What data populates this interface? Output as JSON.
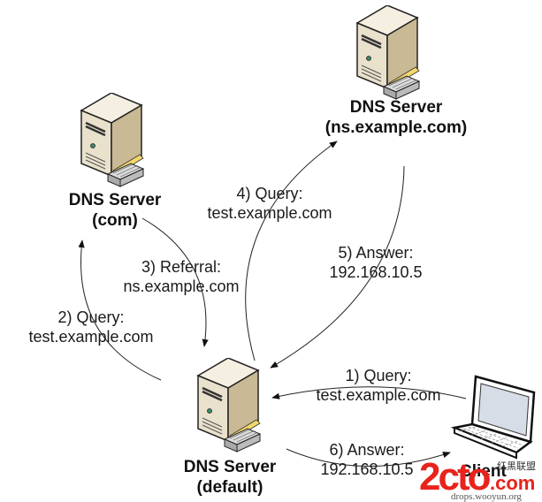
{
  "diagram": {
    "title": "DNS recursive resolution",
    "nodes": {
      "ns_server": {
        "name": "DNS Server",
        "sub": "(ns.example.com)",
        "icon": "server-icon"
      },
      "com_server": {
        "name": "DNS Server",
        "sub": "(com)",
        "icon": "server-icon"
      },
      "default_server": {
        "name": "DNS Server",
        "sub": "(default)",
        "icon": "server-icon"
      },
      "client": {
        "name": "Client",
        "icon": "laptop-icon"
      }
    },
    "edges": [
      {
        "step": "1) Query:",
        "detail": "test.example.com",
        "from": "client",
        "to": "default_server"
      },
      {
        "step": "2) Query:",
        "detail": "test.example.com",
        "from": "default_server",
        "to": "com_server"
      },
      {
        "step": "3) Referral:",
        "detail": "ns.example.com",
        "from": "com_server",
        "to": "default_server"
      },
      {
        "step": "4) Query:",
        "detail": "test.example.com",
        "from": "default_server",
        "to": "ns_server"
      },
      {
        "step": "5) Answer:",
        "detail": "192.168.10.5",
        "from": "ns_server",
        "to": "default_server"
      },
      {
        "step": "6) Answer:",
        "detail": "192.168.10.5",
        "from": "default_server",
        "to": "client"
      }
    ],
    "colors": {
      "line": "#1a1a1a",
      "server_front": "#e9e1cc",
      "server_side": "#c9b994",
      "server_top": "#f4efe1",
      "accent_yellow": "#f3d86a",
      "watermark": "#e8231b"
    }
  },
  "watermark": {
    "logo": "2cto",
    "suffix": ".com",
    "cn_text": "红黑联盟",
    "url": "drops.wooyun.org"
  }
}
